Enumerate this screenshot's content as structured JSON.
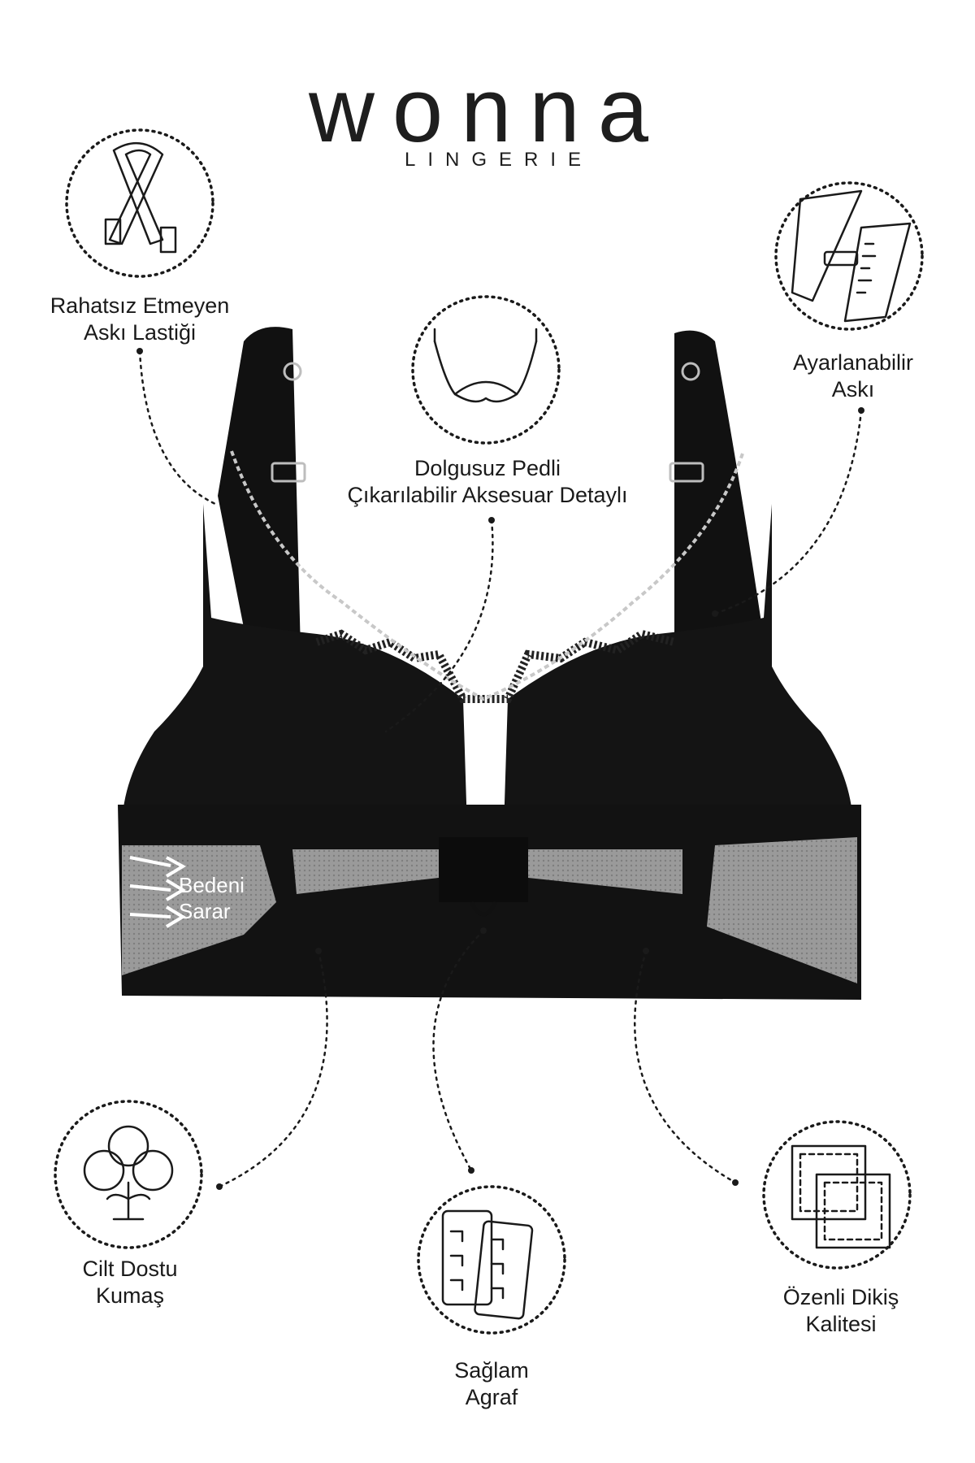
{
  "brand": {
    "name": "wonna",
    "tagline": "LINGERIE"
  },
  "features": [
    {
      "id": "strap-elastic",
      "icon": "strap-icon",
      "lines": [
        "Rahatsız Etmeyen",
        "Askı Lastiği"
      ]
    },
    {
      "id": "padding",
      "icon": "bra-cup-icon",
      "lines": [
        "Dolgusuz Pedli",
        "Çıkarılabilir Aksesuar Detaylı"
      ]
    },
    {
      "id": "adjustable",
      "icon": "ruler-strap-icon",
      "lines": [
        "Ayarlanabilir",
        "Askı"
      ]
    },
    {
      "id": "fabric",
      "icon": "cotton-icon",
      "lines": [
        "Cilt Dostu",
        "Kumaş"
      ]
    },
    {
      "id": "hook",
      "icon": "hook-eye-icon",
      "lines": [
        "Sağlam",
        "Agraf"
      ]
    },
    {
      "id": "stitching",
      "icon": "stitch-patch-icon",
      "lines": [
        "Özenli Dikiş",
        "Kalitesi"
      ]
    }
  ],
  "product": {
    "callout": [
      "Bedeni",
      "Sarar"
    ]
  },
  "colors": {
    "ink": "#1a1a1a",
    "garment": "#111111",
    "mesh": "#8e8e8e",
    "background": "#ffffff"
  }
}
